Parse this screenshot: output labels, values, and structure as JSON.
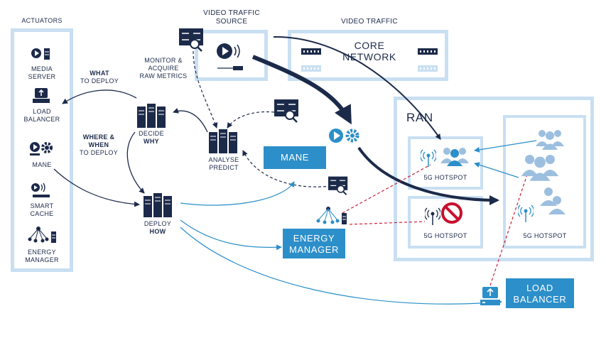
{
  "actuators": {
    "title": "ACTUATORS",
    "items": [
      {
        "label": "MEDIA SERVER",
        "icon": "media-server-icon"
      },
      {
        "label": "LOAD BALANCER",
        "icon": "load-balancer-icon"
      },
      {
        "label": "MANE",
        "icon": "mane-icon"
      },
      {
        "label": "SMART CACHE",
        "icon": "smart-cache-icon"
      },
      {
        "label": "ENERGY MANAGER",
        "icon": "energy-manager-icon"
      }
    ]
  },
  "video_source": {
    "title_line1": "VIDEO TRAFFIC",
    "title_line2": "SOURCE"
  },
  "video_traffic": {
    "title": "VIDEO TRAFFIC",
    "core_line1": "CORE",
    "core_line2": "NETWORK"
  },
  "flow": {
    "what_line1": "WHAT",
    "what_line2": "TO DEPLOY",
    "where_line1": "WHERE &",
    "where_line2": "WHEN",
    "where_line3": "TO DEPLOY",
    "monitor_line1": "MONITOR &",
    "monitor_line2": "ACQUIRE",
    "monitor_line3": "RAW METRICS",
    "decide_line1": "DECIDE",
    "decide_line2": "WHY",
    "analyse_line1": "ANALYSE",
    "analyse_line2": "PREDICT",
    "deploy_line1": "DEPLOY",
    "deploy_line2": "HOW"
  },
  "boxes": {
    "mane": "MANE",
    "energy_line1": "ENERGY",
    "energy_line2": "MANAGER",
    "lb_line1": "LOAD",
    "lb_line2": "BALANCER"
  },
  "ran": {
    "title": "RAN",
    "hotspot1": "5G HOTSPOT",
    "hotspot2": "5G HOTSPOT",
    "hotspot3": "5G HOTSPOT"
  },
  "colors": {
    "navy": "#1c2a4a",
    "accent_blue": "#2c8fc9",
    "light_frame": "#c9dff2",
    "people": "#9dbfdf",
    "red_dashed": "#c8102e"
  }
}
